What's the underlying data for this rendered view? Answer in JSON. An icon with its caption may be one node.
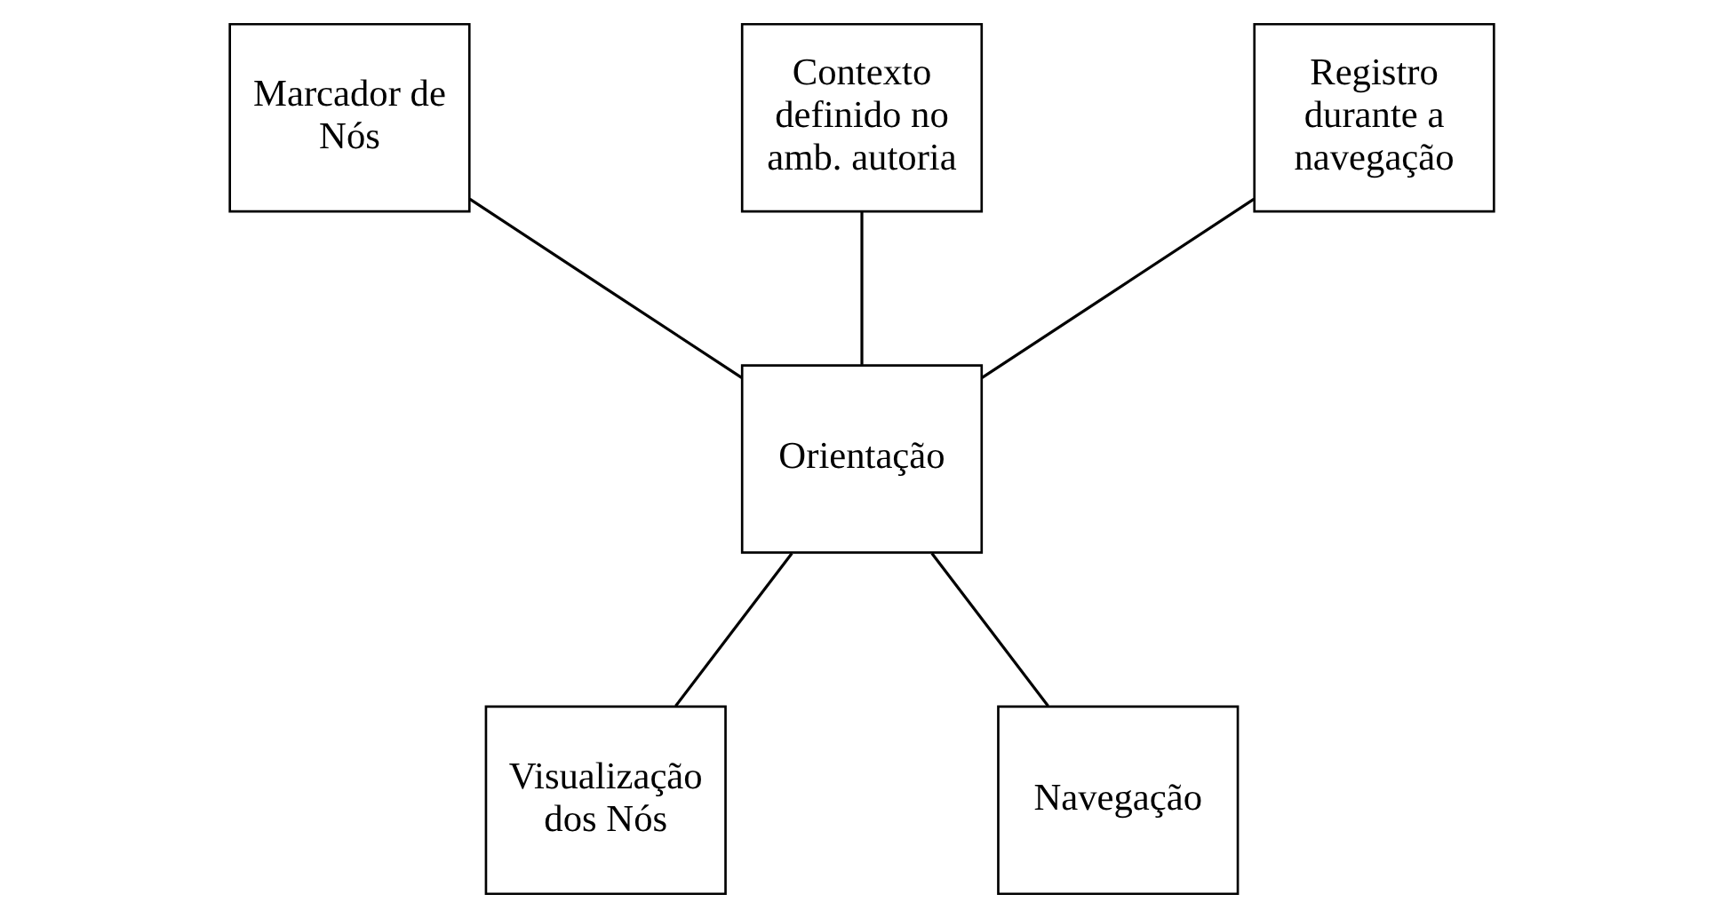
{
  "diagram": {
    "nodes": [
      {
        "text": [
          "Marcador de Nós"
        ]
      },
      {
        "text": [
          "Contexto definido no amb. autoria"
        ]
      },
      {
        "text": [
          "Registro durante a navegação"
        ]
      },
      {
        "text": [
          "Orientação"
        ]
      },
      {
        "text": [
          "Visualização dos Nós"
        ]
      },
      {
        "text": [
          "Navegação"
        ]
      }
    ],
    "edges": [
      {
        "from": 0,
        "to": 3,
        "arrow": "none"
      },
      {
        "from": 1,
        "to": 3,
        "arrow": "none"
      },
      {
        "from": 2,
        "to": 3,
        "arrow": "none"
      },
      {
        "from": 3,
        "to": 4,
        "arrow": "none"
      },
      {
        "from": 3,
        "to": 5,
        "arrow": "none"
      }
    ]
  }
}
